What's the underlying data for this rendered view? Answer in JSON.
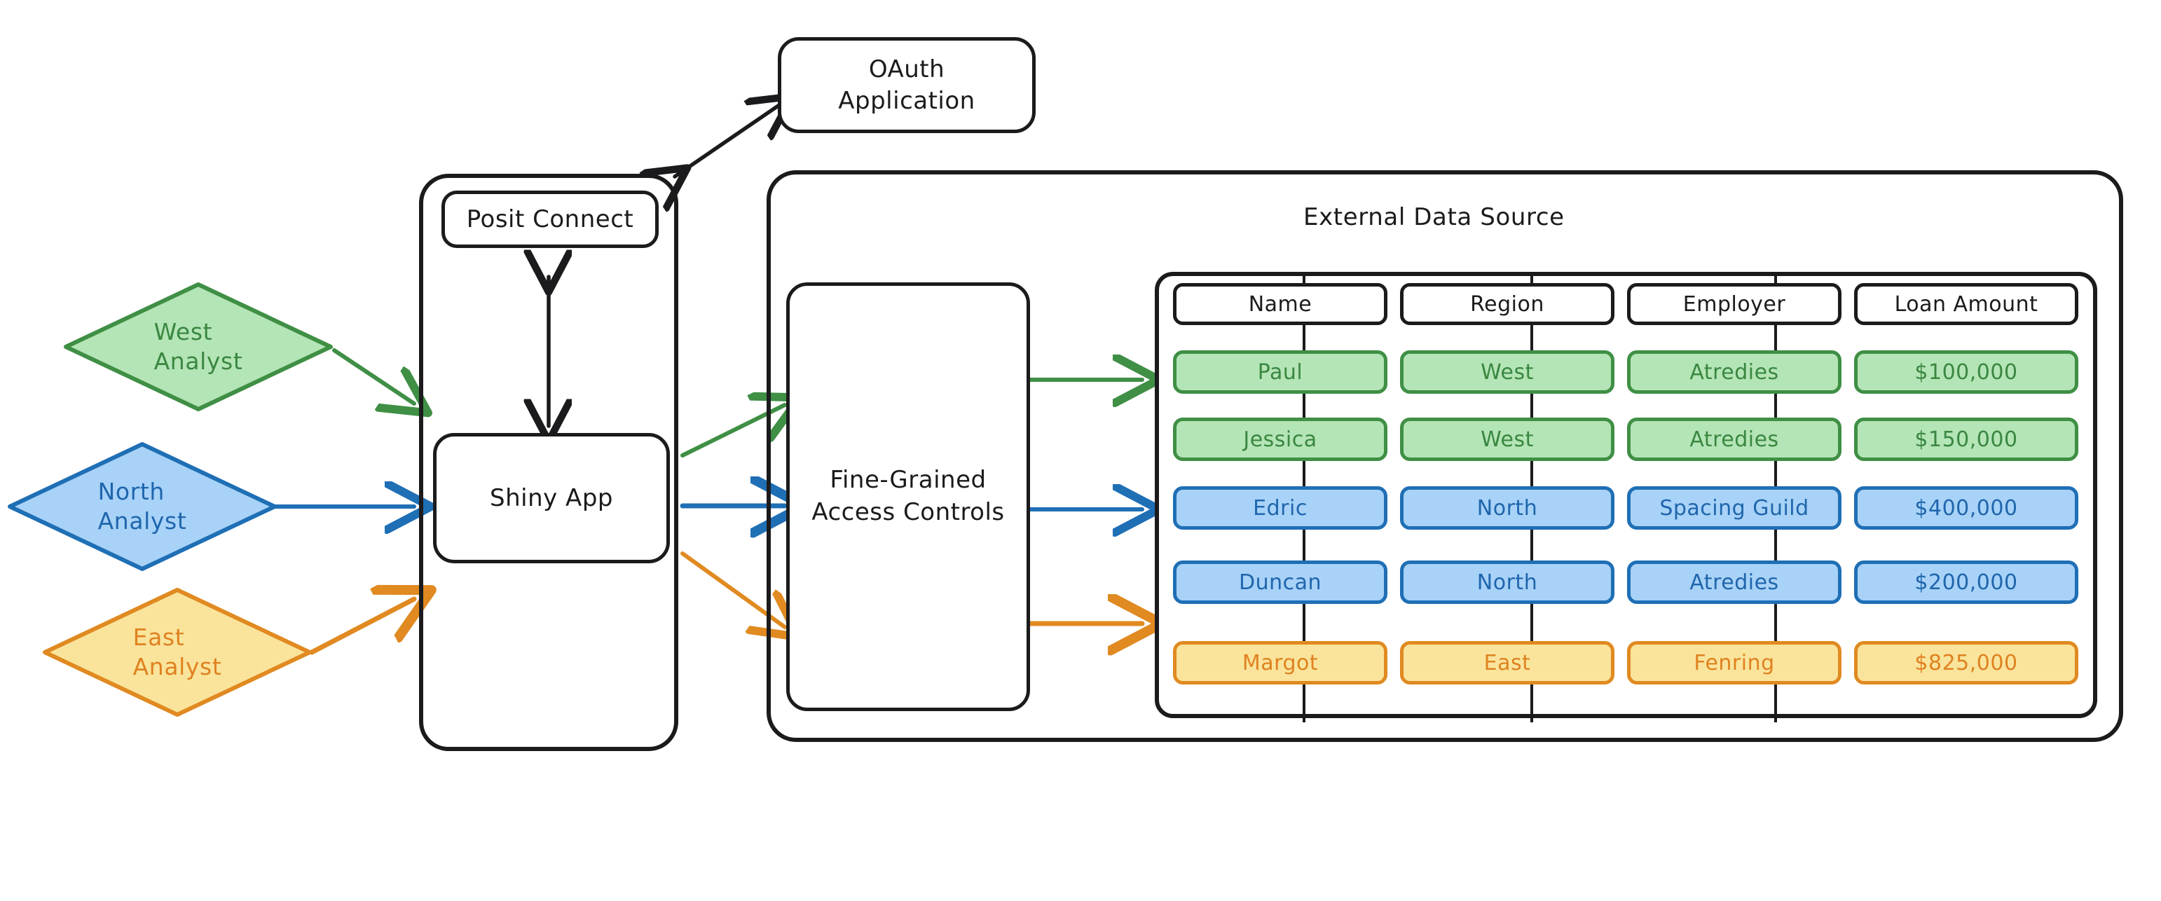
{
  "diagram": {
    "title": "Posit Connect fine-grained access control diagram",
    "colors": {
      "ink": "#1b1b1d",
      "green_fill": "#b4e5b6",
      "green_stroke": "#3f8f45",
      "blue_fill": "#a8d2f7",
      "blue_stroke": "#1f6fb5",
      "orange_fill": "#fae49c",
      "orange_stroke": "#e08a21"
    }
  },
  "actors": [
    {
      "label": "West\nAnalyst",
      "color": "green",
      "name": "west-analyst"
    },
    {
      "label": "North\nAnalyst",
      "color": "blue",
      "name": "north-analyst"
    },
    {
      "label": "East\nAnalyst",
      "color": "orange",
      "name": "east-analyst"
    }
  ],
  "oauth": {
    "label": "OAuth\nApplication"
  },
  "connect": {
    "server_label": "Posit Connect",
    "app_label": "Shiny App"
  },
  "external": {
    "title": "External Data Source",
    "access_controls_label": "Fine-Grained\nAccess Controls"
  },
  "chart_data": {
    "type": "table",
    "title": "External Data Source",
    "columns": [
      "Name",
      "Region",
      "Employer",
      "Loan Amount"
    ],
    "rows": [
      {
        "cells": [
          "Paul",
          "West",
          "Atredies",
          "$100,000"
        ],
        "color": "green"
      },
      {
        "cells": [
          "Jessica",
          "West",
          "Atredies",
          "$150,000"
        ],
        "color": "green"
      },
      {
        "cells": [
          "Edric",
          "North",
          "Spacing Guild",
          "$400,000"
        ],
        "color": "blue"
      },
      {
        "cells": [
          "Duncan",
          "North",
          "Atredies",
          "$200,000"
        ],
        "color": "blue"
      },
      {
        "cells": [
          "Margot",
          "East",
          "Fenring",
          "$825,000"
        ],
        "color": "orange"
      }
    ]
  }
}
